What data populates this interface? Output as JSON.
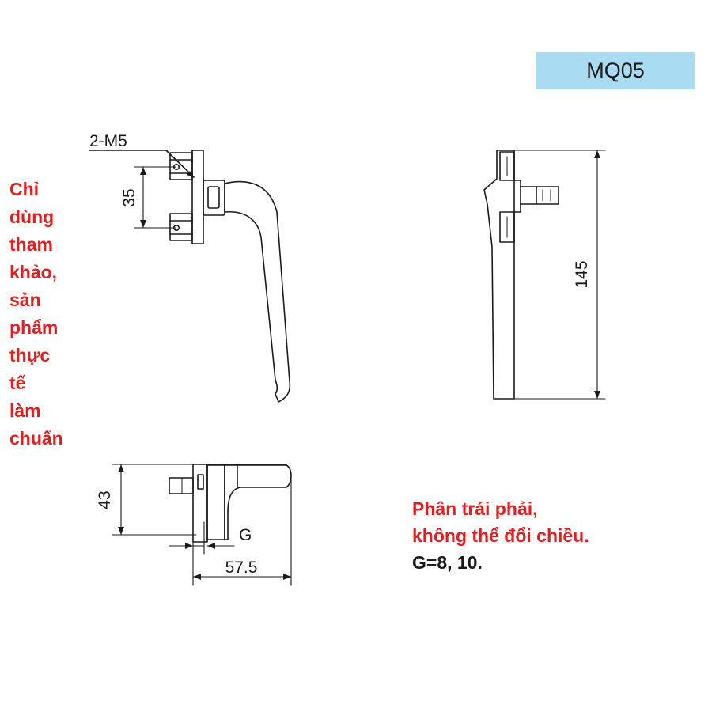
{
  "model_code": "MQ05",
  "note_left": [
    "Chỉ",
    "dùng",
    "tham",
    "khảo,",
    "sản",
    "phẩm",
    "thực",
    "tế",
    "làm",
    "chuẩn"
  ],
  "note_right": {
    "line1": "Phân trái phải,",
    "line2": "không thể đổi chiều.",
    "line3": "G=8, 10."
  },
  "dimensions": {
    "screw": "2-M5",
    "hole_spacing": "35",
    "height": "145",
    "depth": "43",
    "gap": "G",
    "length": "57.5"
  },
  "colors": {
    "badge": "#a9dcf2",
    "note_red": "#e41e1e",
    "line": "#1a1a1a"
  }
}
